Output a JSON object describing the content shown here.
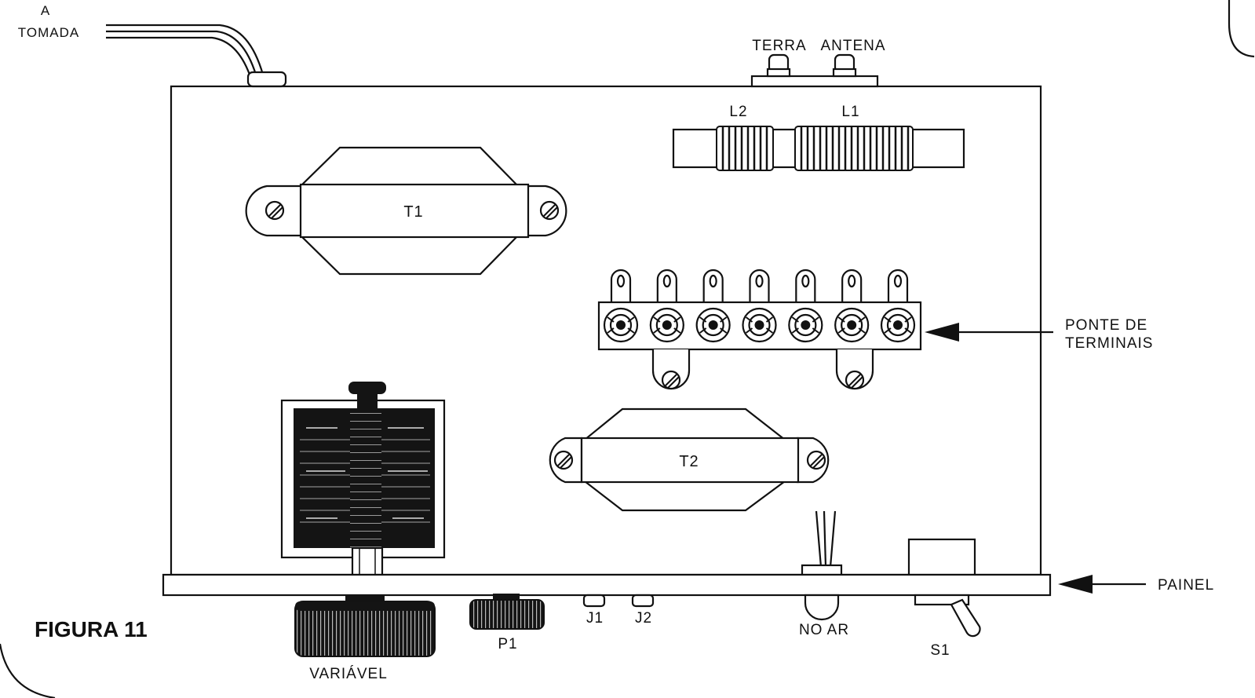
{
  "figure": {
    "title": "FIGURA 11"
  },
  "labels": {
    "outlet": "A",
    "outlet_2": "TOMADA",
    "ground_terminal": "TERRA",
    "antenna_terminal": "ANTENA",
    "coil_l2": "L2",
    "coil_l1": "L1",
    "transformer_t1": "T1",
    "transformer_t2": "T2",
    "terminal_strip": "PONTE DE",
    "terminal_strip_2": "TERMINAIS",
    "panel": "PAINEL",
    "variable_capacitor": "VARIÁVEL",
    "potentiometer": "P1",
    "jack_j1": "J1",
    "jack_j2": "J2",
    "on_air_led": "NO AR",
    "switch_s1": "S1"
  },
  "terminal_strip_lugs": 7
}
